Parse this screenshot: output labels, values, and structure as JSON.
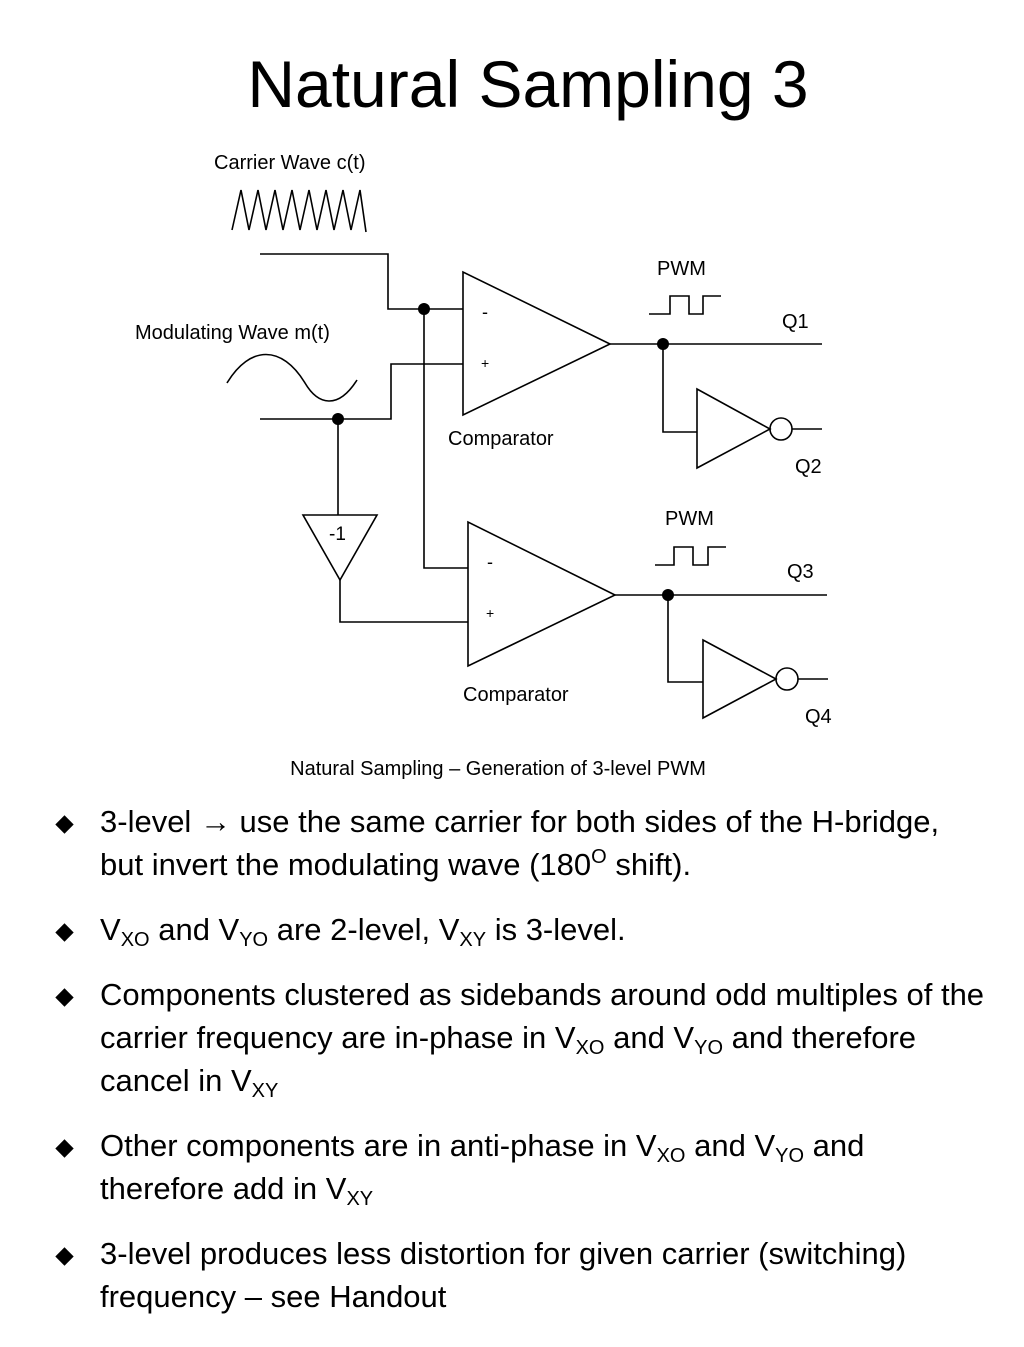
{
  "title": "Natural Sampling 3",
  "diagram": {
    "carrier_label": "Carrier Wave c(t)",
    "modulating_label": "Modulating Wave m(t)",
    "comparator_label": "Comparator",
    "pwm_label": "PWM",
    "minus_sign": "-",
    "plus_sign": "+",
    "inverter_gain": "-1",
    "outputs": [
      "Q1",
      "Q2",
      "Q3",
      "Q4"
    ]
  },
  "caption": "Natural Sampling – Generation of 3-level PWM",
  "bullets": [
    {
      "b1_text1": "3-level ",
      "b1_arrow": "→",
      "b1_text2": " use the same carrier for both sides of the H-bridge, but invert the modulating wave (180",
      "b1_sup": "O",
      "b1_text3": " shift)."
    },
    {
      "b2_v1": "V",
      "b2_sub1": "XO",
      "b2_t1": " and V",
      "b2_sub2": "YO",
      "b2_t2": " are 2-level, V",
      "b2_sub3": "XY",
      "b2_t3": " is 3-level."
    },
    {
      "b3_t1": "Components clustered as sidebands around odd multiples of the carrier frequency are in-phase in V",
      "b3_sub1": "XO",
      "b3_t2": " and V",
      "b3_sub2": "YO",
      "b3_t3": " and therefore cancel in V",
      "b3_sub3": "XY"
    },
    {
      "b4_t1": "Other components are in anti-phase in V",
      "b4_sub1": "XO",
      "b4_t2": " and V",
      "b4_sub2": "YO",
      "b4_t3": " and therefore add in V",
      "b4_sub3": "XY"
    },
    {
      "b5_t1": "3-level produces less distortion for given carrier (switching) frequency – see Handout"
    }
  ]
}
